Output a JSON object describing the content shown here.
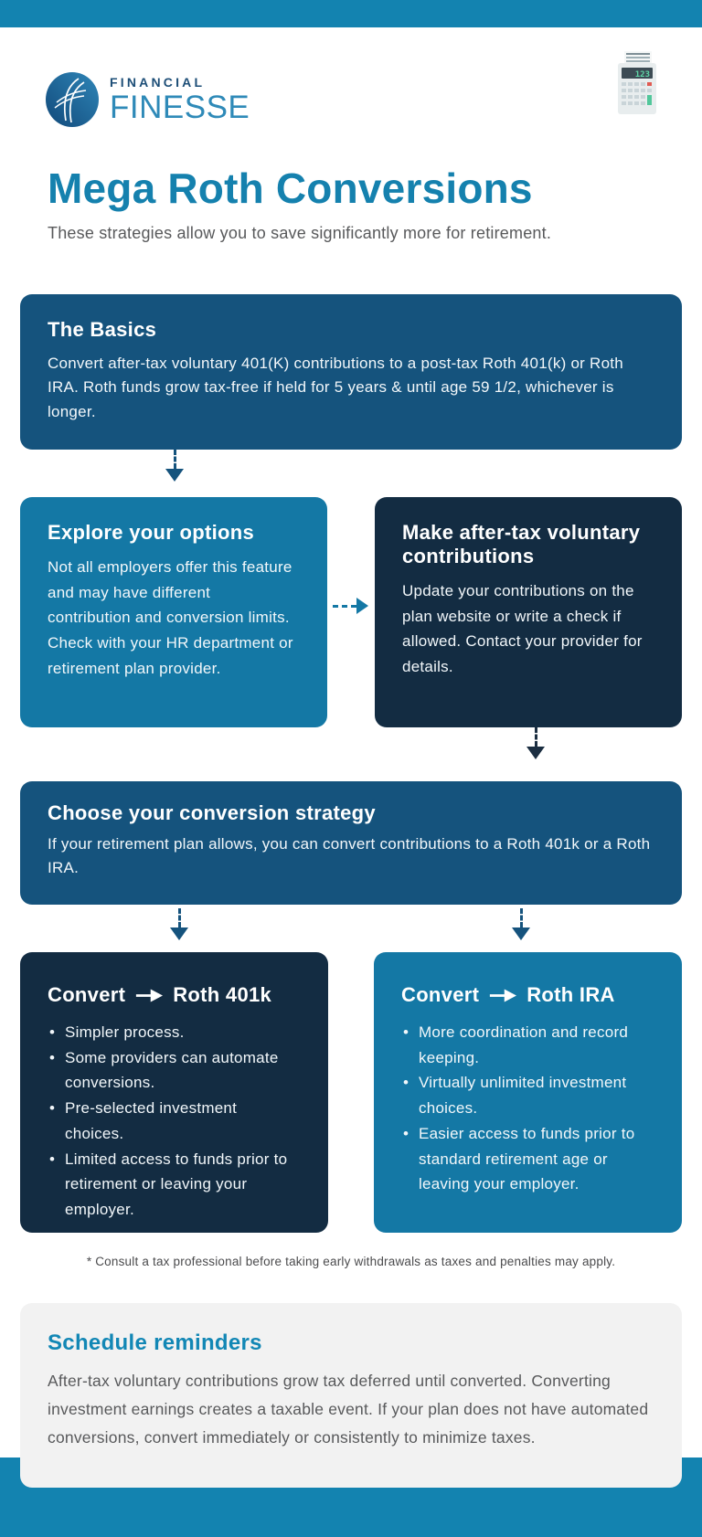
{
  "colors": {
    "band": "#1383b0",
    "steel_box": "#15537d",
    "medium_box": "#1478a5",
    "navy_box": "#132c42",
    "title_accent": "#1581ae",
    "reminders_accent": "#1287b5",
    "body_gray": "#58595b",
    "reminders_bg": "#f2f2f2"
  },
  "brand": {
    "line1": "FINANCIAL",
    "line2": "FINESSE"
  },
  "calculator": {
    "display": "123"
  },
  "title": "Mega Roth Conversions",
  "subtitle": "These strategies allow you to save significantly more for retirement.",
  "basics": {
    "title": "The Basics",
    "body": "Convert after-tax voluntary 401(K) contributions to a post-tax Roth 401(k) or Roth IRA. Roth funds grow tax-free if held for 5 years & until age 59 1/2, whichever is longer."
  },
  "explore": {
    "title": "Explore your options",
    "body": "Not all employers offer this feature and may have different contribution and conversion limits. Check with your HR department or retirement plan provider."
  },
  "contribute": {
    "title": "Make after-tax voluntary contributions",
    "body": "Update your contributions on the plan website or write a check if allowed. Contact your provider for details."
  },
  "strategy": {
    "title": "Choose your conversion strategy",
    "body": "If your retirement plan allows, you can convert contributions to a Roth 401k or a Roth IRA."
  },
  "convert401k": {
    "prefix": "Convert",
    "target": "Roth 401k",
    "bullets": [
      "Simpler process.",
      "Some providers can automate conversions.",
      "Pre-selected investment choices.",
      "Limited access to funds prior to retirement or leaving your employer."
    ]
  },
  "convertira": {
    "prefix": "Convert",
    "target": "Roth IRA",
    "bullets": [
      "More coordination and record keeping.",
      "Virtually unlimited investment choices.",
      "Easier access to funds prior to standard retirement age or leaving your employer."
    ]
  },
  "footnote": "* Consult a tax professional before taking early withdrawals as taxes and penalties may apply.",
  "reminders": {
    "title": "Schedule reminders",
    "body": "After-tax voluntary contributions grow tax deferred until converted. Converting investment earnings creates a taxable event. If your plan does not have automated conversions, convert immediately or consistently to minimize taxes."
  }
}
